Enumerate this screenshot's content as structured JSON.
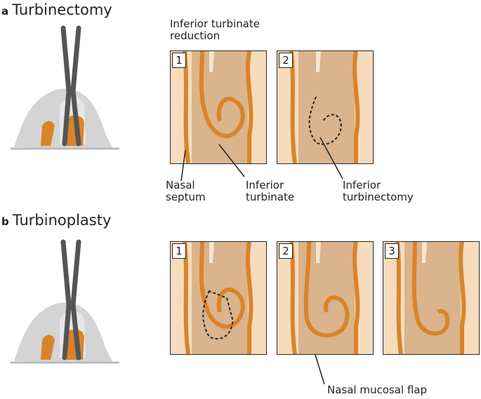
{
  "section_a": {
    "letter": "a",
    "title": "Turbinectomy",
    "subtitle": "Inferior turbinate reduction",
    "panels": [
      "1",
      "2"
    ],
    "labels": {
      "nasal_septum": "Nasal septum",
      "inferior_turbinate": "Inferior turbinate",
      "inferior_turbinectomy": "Inferior turbinectomy"
    }
  },
  "section_b": {
    "letter": "b",
    "title": "Turbinoplasty",
    "panels": [
      "1",
      "2",
      "3"
    ],
    "labels": {
      "nasal_mucosal_flap": "Nasal mucosal flap"
    }
  },
  "colors": {
    "mucosa_orange": "#d9842a",
    "tissue_tan": "#d9b48c",
    "background_cream": "#f6dcbc",
    "instrument_gray": "#555555",
    "head_gray": "#cfcfcf"
  }
}
